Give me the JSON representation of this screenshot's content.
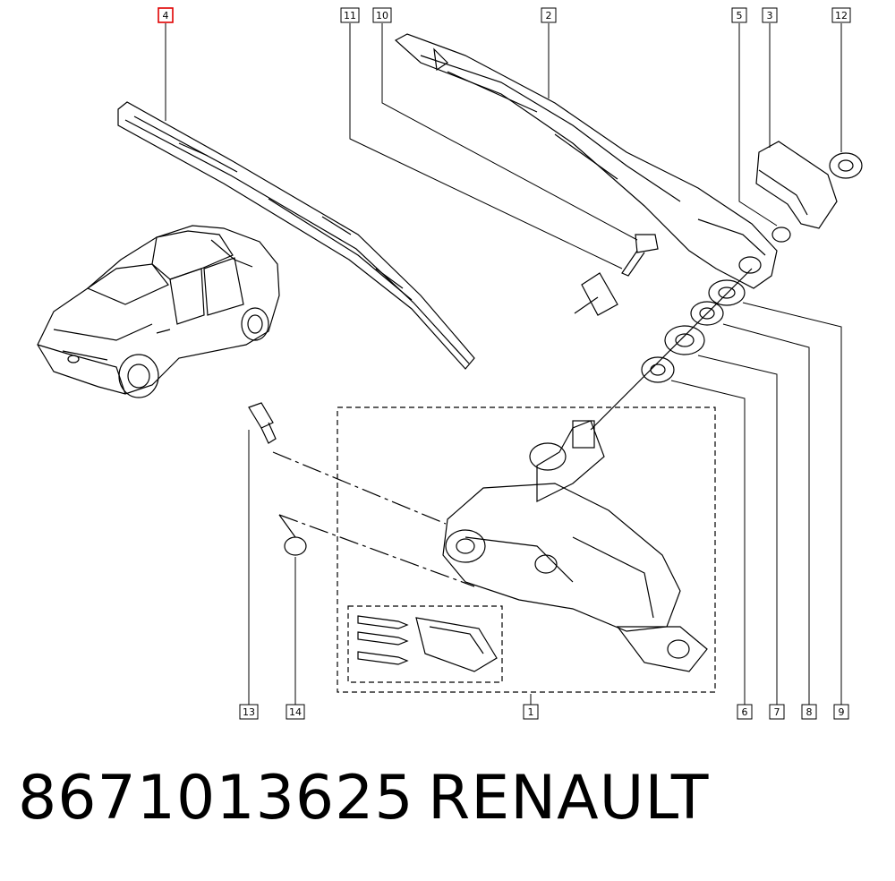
{
  "callouts": {
    "c1": "1",
    "c2": "2",
    "c3": "3",
    "c4": "4",
    "c5": "5",
    "c6": "6",
    "c7": "7",
    "c8": "8",
    "c9": "9",
    "c10": "10",
    "c11": "11",
    "c12": "12",
    "c13": "13",
    "c14": "14"
  },
  "highlighted_callout": "4",
  "highlight_color": "#e00000",
  "footer": {
    "part_number": "8671013625",
    "brand": "RENAULT"
  }
}
